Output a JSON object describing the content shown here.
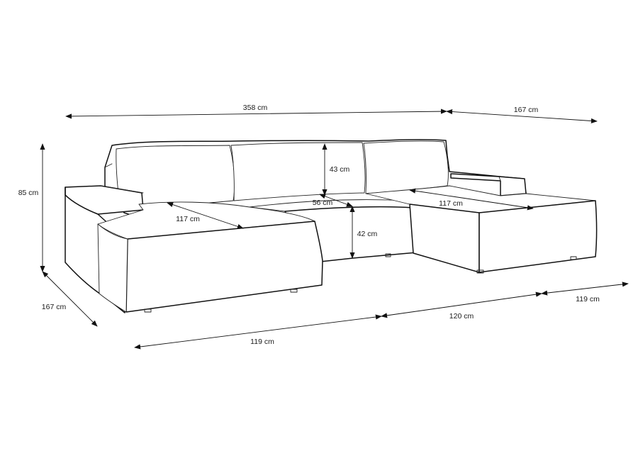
{
  "diagram": {
    "dimensions": {
      "total_width": "358 cm",
      "right_chaise_depth": "167 cm",
      "height": "85 cm",
      "left_chaise_depth": "167 cm",
      "backrest_height": "43 cm",
      "seat_depth": "56 cm",
      "seat_height": "42 cm",
      "left_seat_length": "117 cm",
      "right_seat_length": "117 cm",
      "front_left_width": "119 cm",
      "front_middle_width": "120 cm",
      "front_right_width": "119 cm"
    }
  }
}
